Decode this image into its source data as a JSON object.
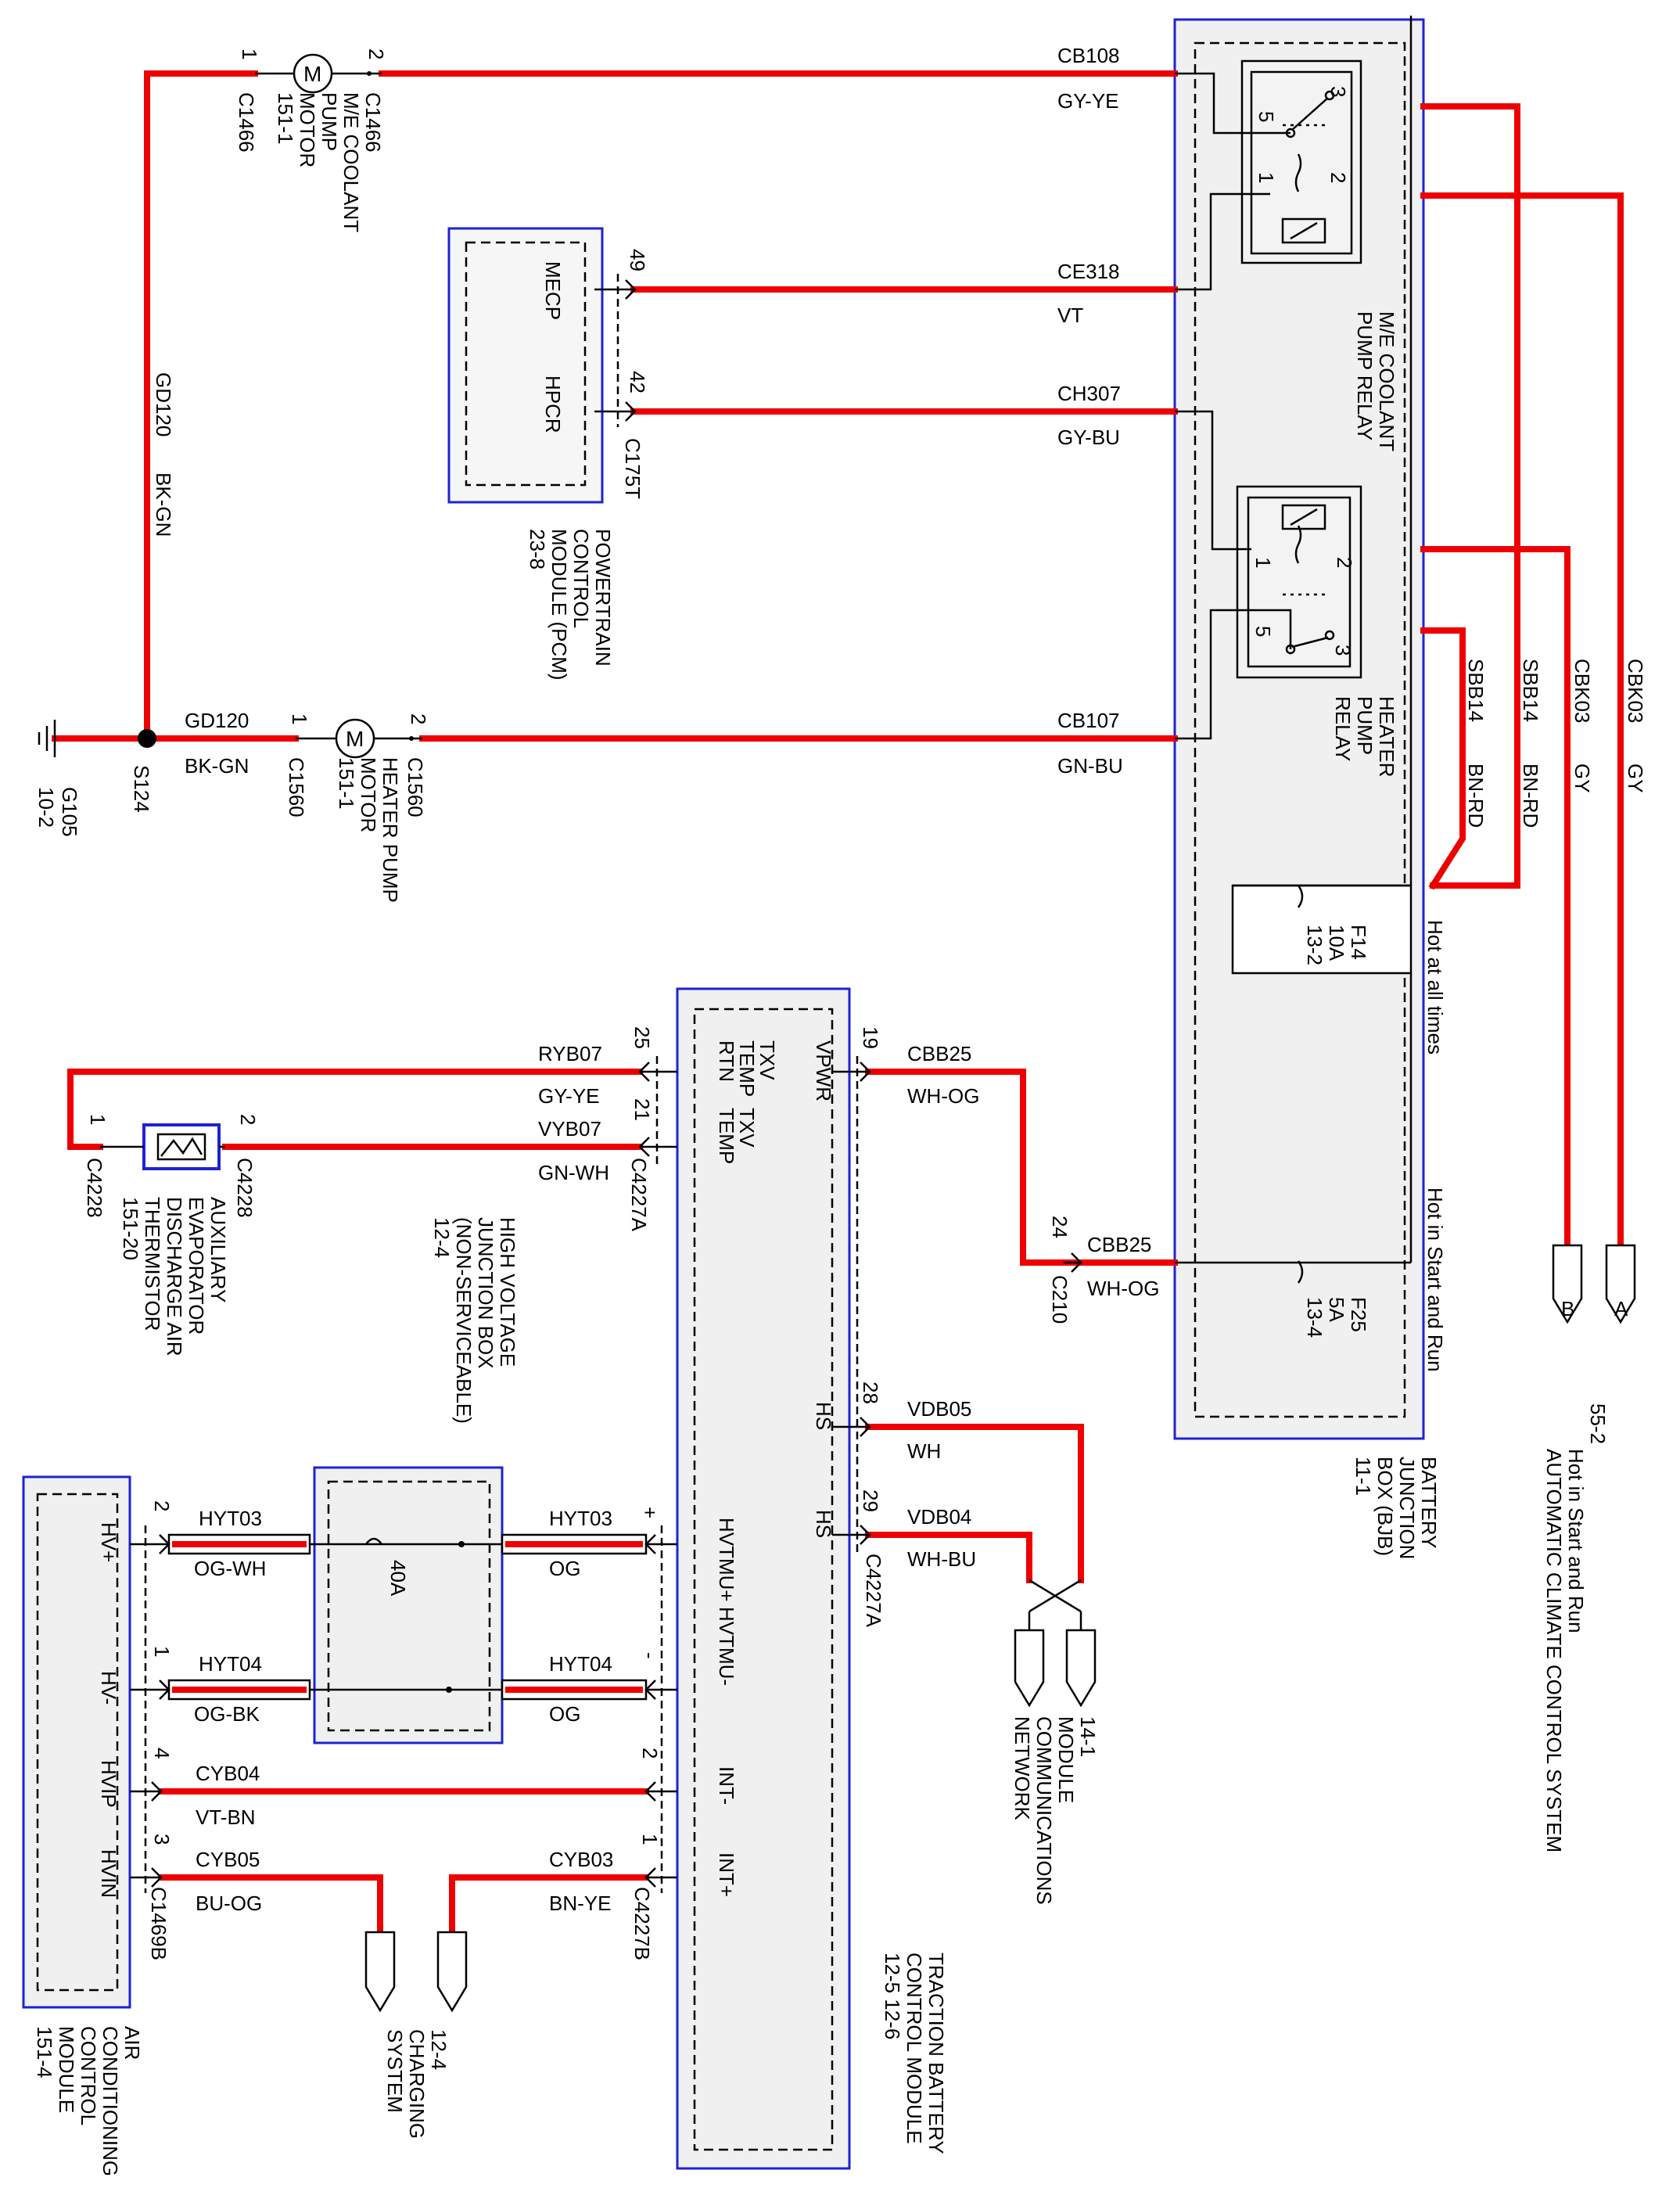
{
  "page": {
    "background": "#ffffff"
  },
  "colors": {
    "wire": "#ee0000",
    "module_border": "#1e22d6",
    "module_fill": "#f0f0f0"
  },
  "wires": {
    "CB108": "CB108",
    "CB108_color": "GY-YE",
    "CE318": "CE318",
    "CE318_color": "VT",
    "CH307": "CH307",
    "CH307_color": "GY-BU",
    "CB107": "CB107",
    "CB107_color": "GN-BU",
    "GD120": "GD120",
    "GD120_color": "BK-GN",
    "SBB14": "SBB14",
    "SBB14_color": "BN-RD",
    "CBK03": "CBK03",
    "CBK03_color": "GY",
    "CBB25": "CBB25",
    "CBB25_color": "WH-OG",
    "RYB07": "RYB07",
    "RYB07_color": "GY-YE",
    "VYB07": "VYB07",
    "VYB07_color": "GN-WH",
    "VDB05": "VDB05",
    "VDB05_color": "WH",
    "VDB04": "VDB04",
    "VDB04_color": "WH-BU",
    "HYT03": "HYT03",
    "HYT03_color_ac": "OG-WH",
    "HYT03_color_tb": "OG",
    "HYT04": "HYT04",
    "HYT04_color_ac": "OG-BK",
    "HYT04_color_tb": "OG",
    "CYB04": "CYB04",
    "CYB04_color": "VT-BN",
    "CYB05": "CYB05",
    "CYB05_color": "BU-OG",
    "CYB03": "CYB03",
    "CYB03_color": "BN-YE"
  },
  "connectors": {
    "C1466": "C1466",
    "C1560": "C1560",
    "C175T": "C175T",
    "C210": "C210",
    "C4228": "C4228",
    "C4227A": "C4227A",
    "C4227B": "C4227B",
    "C1469B": "C1469B",
    "S124": "S124",
    "G105": "G105",
    "G105_ref": "10-2"
  },
  "pins": {
    "p1": "1",
    "p2": "2",
    "p3": "3",
    "p4": "4",
    "p5": "5",
    "p19": "19",
    "p21": "21",
    "p24": "24",
    "p25": "25",
    "p28": "28",
    "p29": "29",
    "p42": "42",
    "p49": "49",
    "plus": "+",
    "minus": "-"
  },
  "components": {
    "coolant_motor": [
      "M/E COOLANT",
      "PUMP",
      "MOTOR",
      "151-1"
    ],
    "heater_motor": [
      "HEATER PUMP",
      "MOTOR",
      "151-1"
    ],
    "pcm": [
      "POWERTRAIN",
      "CONTROL",
      "MODULE (PCM)",
      "23-8"
    ],
    "pcm_mecp": "MECP",
    "pcm_hpcr": "HPCR",
    "coolant_relay": [
      "M/E COOLANT",
      "PUMP RELAY"
    ],
    "heater_relay": [
      "HEATER",
      "PUMP",
      "RELAY"
    ],
    "bjb": [
      "BATTERY",
      "JUNCTION",
      "BOX (BJB)",
      "11-1"
    ],
    "f14": [
      "F14",
      "10A",
      "13-2"
    ],
    "f25": [
      "F25",
      "5A",
      "13-4"
    ],
    "hot_all_times": "Hot at all times",
    "hot_start_run": "Hot in Start and Run",
    "acc_ref": [
      "55-2",
      "Hot in Start and Run",
      "AUTOMATIC CLIMATE CONTROL SYSTEM"
    ],
    "acc_a": "A",
    "acc_b": "B",
    "thermistor": [
      "AUXILIARY",
      "EVAPORATOR",
      "DISCHARGE AIR",
      "THERMISTOR",
      "151-20"
    ],
    "hvjb": [
      "HIGH VOLTAGE",
      "JUNCTION BOX",
      "(NON-SERVICEABLE)",
      "12-4"
    ],
    "fuse40": "40A",
    "tbcm": [
      "TRACTION BATTERY",
      "CONTROL MODULE",
      "12-5     12-6"
    ],
    "tbcm_vpwr": "VPWR",
    "tbcm_txv1": "TXV",
    "tbcm_temp1": "TEMP",
    "tbcm_rtn": "RTN",
    "tbcm_txv2": "TXV",
    "tbcm_temp2": "TEMP",
    "tbcm_hs1": "HS",
    "tbcm_hs2": "HS",
    "tbcm_hvtmu_plus": "HVTMU+",
    "tbcm_hvtmu_minus": "HVTMU-",
    "tbcm_int_minus": "INT-",
    "tbcm_int_plus": "INT+",
    "mcn": [
      "14-1",
      "MODULE",
      "COMMUNICATIONS",
      "NETWORK"
    ],
    "charging": [
      "12-4",
      "CHARGING",
      "SYSTEM"
    ],
    "acm": [
      "AIR",
      "CONDITIONING",
      "CONTROL",
      "MODULE",
      "151-4"
    ],
    "acm_hvplus": "HV+",
    "acm_hvminus": "HV-",
    "acm_hvip": "HVIP",
    "acm_hvin": "HVIN"
  }
}
